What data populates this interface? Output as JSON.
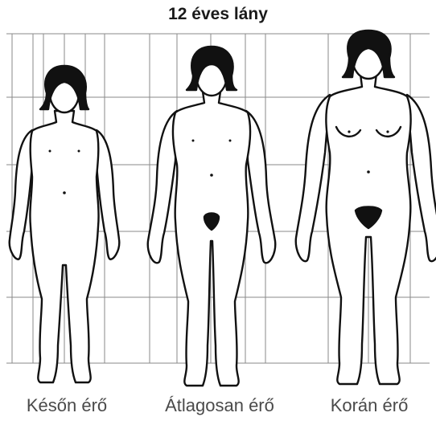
{
  "title": "12 éves lány",
  "figures": [
    {
      "id": "late",
      "caption": "Későn érő"
    },
    {
      "id": "avg",
      "caption": "Átlagosan érő"
    },
    {
      "id": "early",
      "caption": "Korán érő"
    }
  ]
}
